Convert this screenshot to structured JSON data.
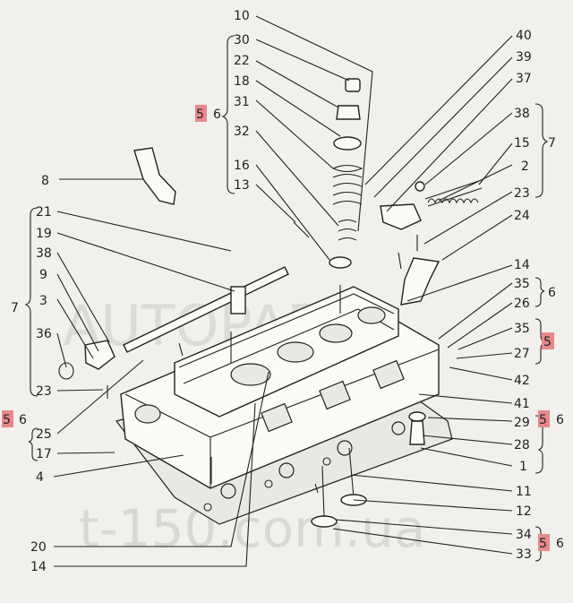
{
  "diagram": {
    "watermarks": {
      "top": "AUTOPARTS",
      "bottom": "t-150.com.ua"
    },
    "highlight_color": "#e8888a",
    "labels": {
      "n10": "10",
      "n30": "30",
      "n22": "22",
      "n18": "18",
      "n5a": "5",
      "n6a": "6",
      "n31": "31",
      "n32": "32",
      "n16": "16",
      "n13": "13",
      "n8": "8",
      "n21": "21",
      "n19": "19",
      "n38a": "38",
      "n9": "9",
      "n7a": "7",
      "n3": "3",
      "n36": "36",
      "n23a": "23",
      "n25": "25",
      "n5b": "5",
      "n6b": "6",
      "n17": "17",
      "n4": "4",
      "n20": "20",
      "n14b": "14",
      "n40": "40",
      "n39": "39",
      "n37": "37",
      "n38b": "38",
      "n15": "15",
      "n7b": "7",
      "n2": "2",
      "n23b": "23",
      "n24": "24",
      "n14a": "14",
      "n35a": "35",
      "n6c": "6",
      "n26": "26",
      "n35b": "35",
      "n5c": "5",
      "n27": "27",
      "n42": "42",
      "n41": "41",
      "n29": "29",
      "n5d": "5",
      "n6d": "6",
      "n28": "28",
      "n1": "1",
      "n11": "11",
      "n12": "12",
      "n34": "34",
      "n5e": "5",
      "n6e": "6",
      "n33": "33"
    }
  }
}
